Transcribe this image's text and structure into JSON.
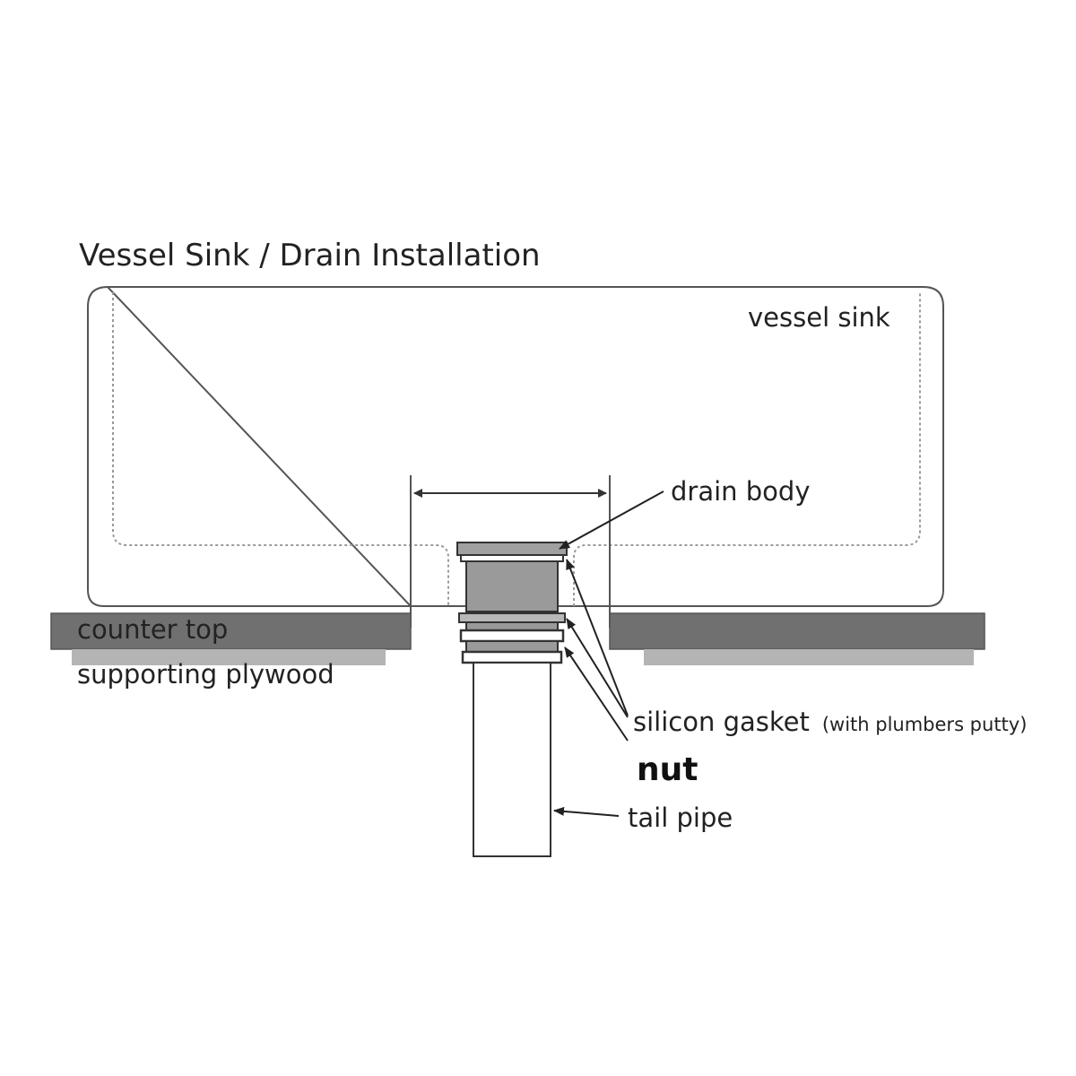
{
  "title": "Vessel Sink / Drain Installation",
  "labels": {
    "vessel_sink": "vessel sink",
    "drain_body": "drain body",
    "counter_top": "counter top",
    "supporting_plywood": "supporting plywood",
    "silicon_gasket": "silicon gasket",
    "silicon_gasket_note": "(with plumbers putty)",
    "nut": "nut",
    "tail_pipe": "tail pipe"
  },
  "colors": {
    "counter_top": "#707070",
    "plywood": "#b4b4b4",
    "drain_body": "#9a9a9a",
    "outline": "#555555",
    "text": "#222222"
  }
}
